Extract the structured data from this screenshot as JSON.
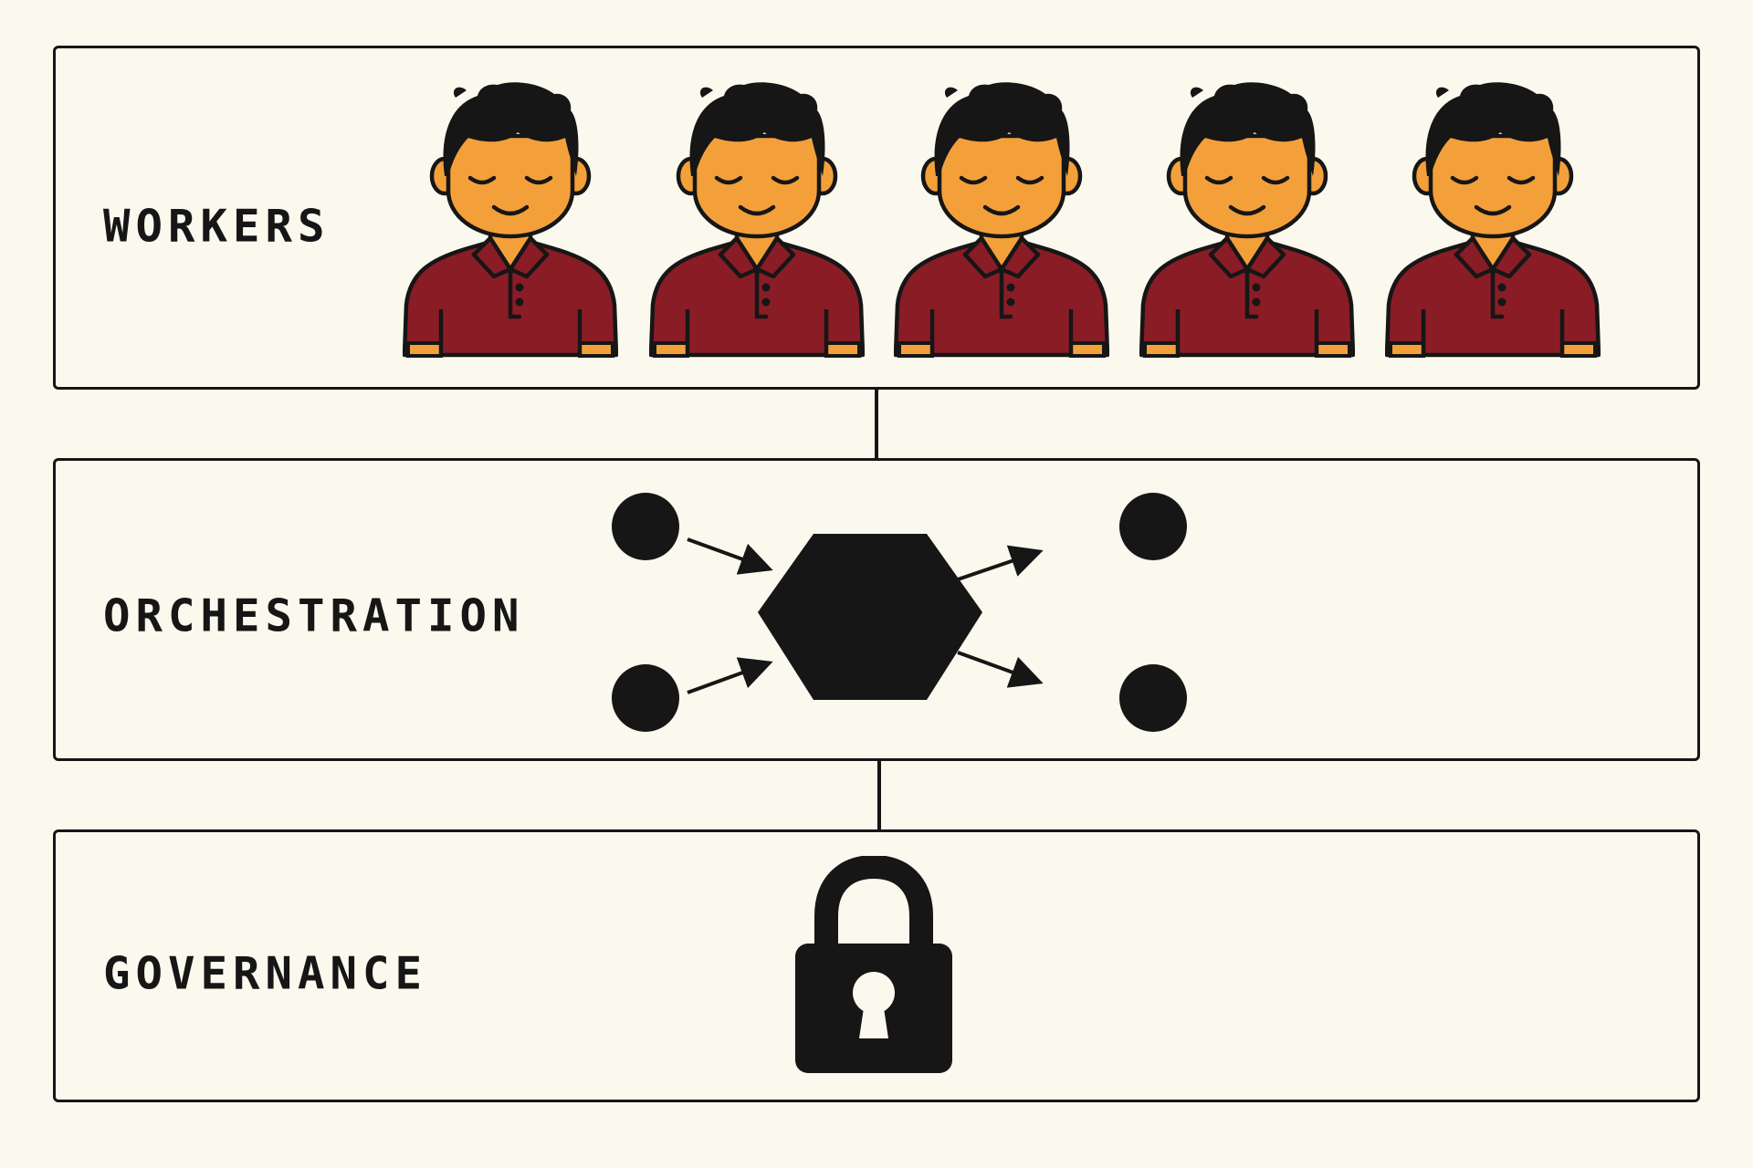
{
  "layers": {
    "workers": {
      "label": "WORKERS"
    },
    "orchestration": {
      "label": "ORCHESTRATION"
    },
    "governance": {
      "label": "GOVERNANCE"
    }
  },
  "icons": {
    "worker": "worker-avatar-icon",
    "node": "circle-node-icon",
    "hub": "hexagon-hub-icon",
    "lock": "padlock-icon"
  },
  "colors": {
    "background": "#fbf8ee",
    "stroke": "#161616",
    "skin": "#f4a03a",
    "shirt": "#8a1c26"
  }
}
